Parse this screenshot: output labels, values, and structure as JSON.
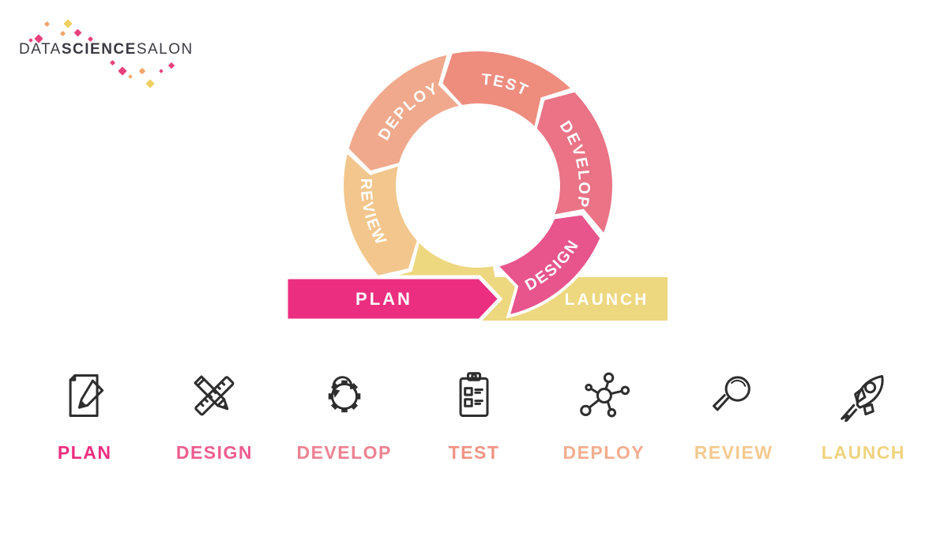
{
  "logo": {
    "text_regular_1": "DATA",
    "text_bold": "SCIENCE",
    "text_regular_2": "SALON",
    "text_color": "#3a3a42",
    "sparkle_colors": {
      "pink": "#e8417e",
      "orange": "#f2a469",
      "yellow": "#f0d060"
    }
  },
  "cycle": {
    "plan": {
      "label": "PLAN",
      "color": "#eb2e80"
    },
    "launch": {
      "label": "LAUNCH",
      "color": "#edd77f"
    },
    "segments": [
      {
        "label": "DESIGN",
        "color": "#e8548c"
      },
      {
        "label": "DEVELOP",
        "color": "#ea7386"
      },
      {
        "label": "TEST",
        "color": "#ee8c7e"
      },
      {
        "label": "DEPLOY",
        "color": "#f0a98c"
      },
      {
        "label": "REVIEW",
        "color": "#f2c68c"
      }
    ],
    "label_text_color": "#ffffff"
  },
  "steps": [
    {
      "label": "PLAN",
      "color": "#ed2d80",
      "icon": "document-pencil-icon"
    },
    {
      "label": "DESIGN",
      "color": "#ee5c8f",
      "icon": "ruler-pencil-icon"
    },
    {
      "label": "DEVELOP",
      "color": "#ed8292",
      "icon": "gear-refresh-icon"
    },
    {
      "label": "TEST",
      "color": "#f09384",
      "icon": "clipboard-checklist-icon"
    },
    {
      "label": "DEPLOY",
      "color": "#f3ad90",
      "icon": "network-nodes-icon"
    },
    {
      "label": "REVIEW",
      "color": "#f5c98e",
      "icon": "magnifier-icon"
    },
    {
      "label": "LAUNCH",
      "color": "#efd37e",
      "icon": "rocket-icon"
    }
  ],
  "icon_stroke_color": "#2e2e2e",
  "background_color": "#ffffff"
}
